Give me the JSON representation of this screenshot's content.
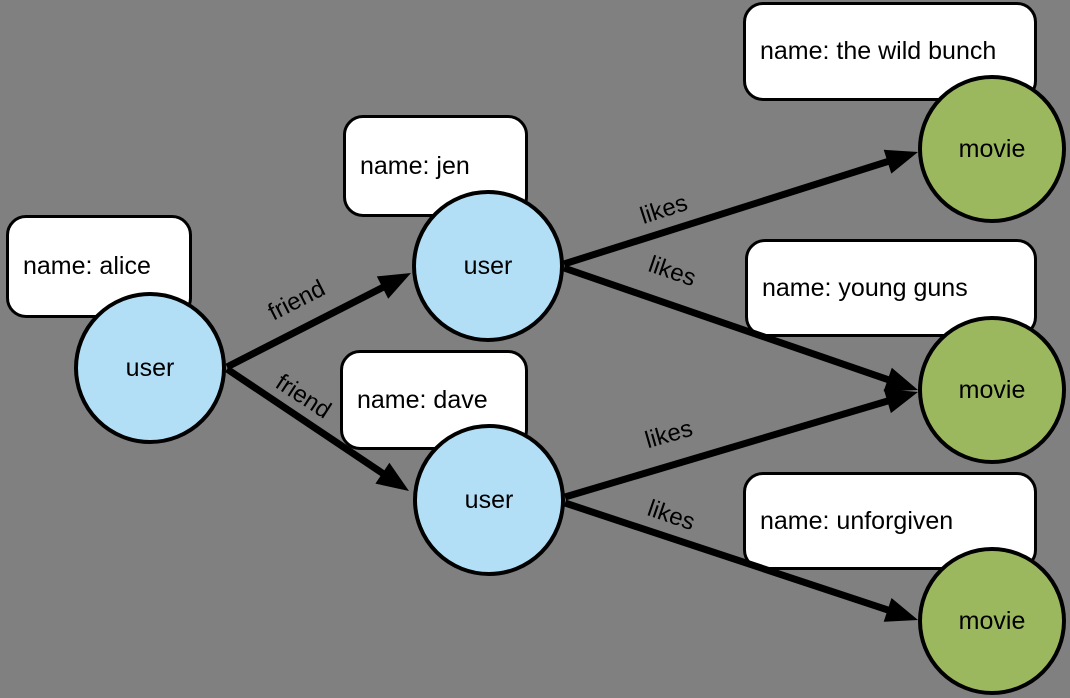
{
  "diagram": {
    "kind": "property-graph",
    "colors": {
      "background": "#808080",
      "user-node": "#b2dff6",
      "movie-node": "#9cb85e",
      "box-fill": "#ffffff",
      "line": "#000000",
      "text": "#000000"
    },
    "nodes": [
      {
        "id": "alice",
        "type": "user",
        "label": "user",
        "property": "name: alice"
      },
      {
        "id": "jen",
        "type": "user",
        "label": "user",
        "property": "name: jen"
      },
      {
        "id": "dave",
        "type": "user",
        "label": "user",
        "property": "name: dave"
      },
      {
        "id": "the-wild-bunch",
        "type": "movie",
        "label": "movie",
        "property": "name: the wild bunch"
      },
      {
        "id": "young-guns",
        "type": "movie",
        "label": "movie",
        "property": "name: young guns"
      },
      {
        "id": "unforgiven",
        "type": "movie",
        "label": "movie",
        "property": "name: unforgiven"
      }
    ],
    "edges": [
      {
        "from": "alice",
        "to": "jen",
        "label": "friend"
      },
      {
        "from": "alice",
        "to": "dave",
        "label": "friend"
      },
      {
        "from": "jen",
        "to": "the-wild-bunch",
        "label": "likes"
      },
      {
        "from": "jen",
        "to": "young-guns",
        "label": "likes"
      },
      {
        "from": "dave",
        "to": "young-guns",
        "label": "likes"
      },
      {
        "from": "dave",
        "to": "unforgiven",
        "label": "likes"
      }
    ]
  }
}
